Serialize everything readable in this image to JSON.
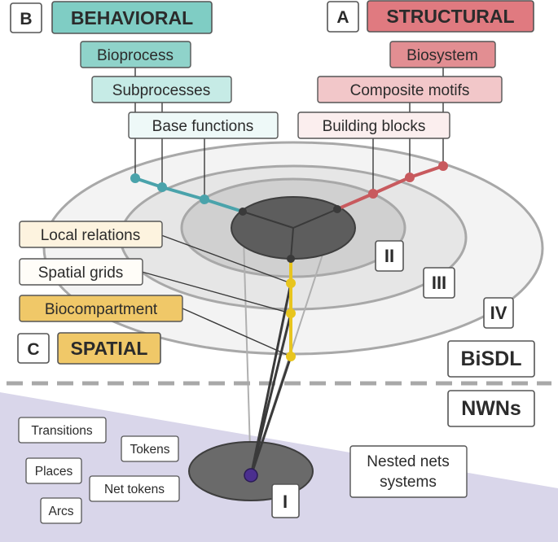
{
  "panels": {
    "behavioral": {
      "letter": "B",
      "heading": "BEHAVIORAL",
      "color": "#7fcdc4"
    },
    "structural": {
      "letter": "A",
      "heading": "STRUCTURAL",
      "color": "#e07a80"
    },
    "spatial": {
      "letter": "C",
      "heading": "SPATIAL",
      "color": "#f0c868"
    }
  },
  "behavioral_levels": [
    "Bioprocess",
    "Subprocesses",
    "Base functions"
  ],
  "structural_levels": [
    "Biosystem",
    "Composite motifs",
    "Building blocks"
  ],
  "spatial_levels": [
    "Local relations",
    "Spatial grids",
    "Biocompartment"
  ],
  "levels": {
    "I": "I",
    "II": "II",
    "III": "III",
    "IV": "IV"
  },
  "frameworks": {
    "bisdl": "BiSDL",
    "nwns": "NWNs"
  },
  "nwn_terms": [
    "Transitions",
    "Tokens",
    "Places",
    "Net tokens",
    "Arcs"
  ],
  "nested_nets": {
    "line1": "Nested nets",
    "line2": "systems"
  },
  "colors": {
    "teal_line": "#4aa3ab",
    "red_line": "#c85a5e",
    "yellow_line": "#e8c51e",
    "lavender": "#d9d6ea",
    "core_ellipse": "#555555",
    "token": "#4b2f8f"
  }
}
